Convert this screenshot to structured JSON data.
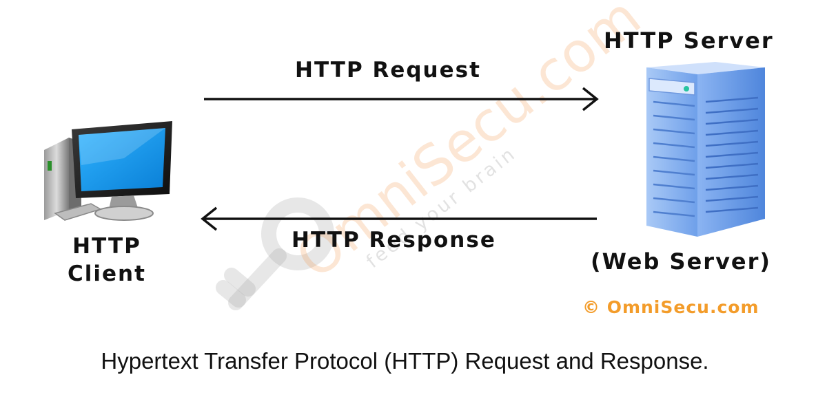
{
  "diagram": {
    "server_title": "HTTP Server",
    "request_label": "HTTP Request",
    "response_label": "HTTP Response",
    "client_label_line1": "HTTP",
    "client_label_line2": "Client",
    "web_server_label": "(Web Server)",
    "copyright": "© OmniSecu.com",
    "watermark_main": "OmniSecu.com",
    "watermark_sub": "feed your brain"
  },
  "caption": "Hypertext Transfer Protocol (HTTP) Request and Response.",
  "colors": {
    "accent": "#f39c2a",
    "screen_blue": "#1e9be8",
    "server_blue": "#6fa6ee",
    "text": "#111111"
  },
  "icons": [
    "desktop-computer-icon",
    "server-tower-icon",
    "key-watermark-icon"
  ]
}
